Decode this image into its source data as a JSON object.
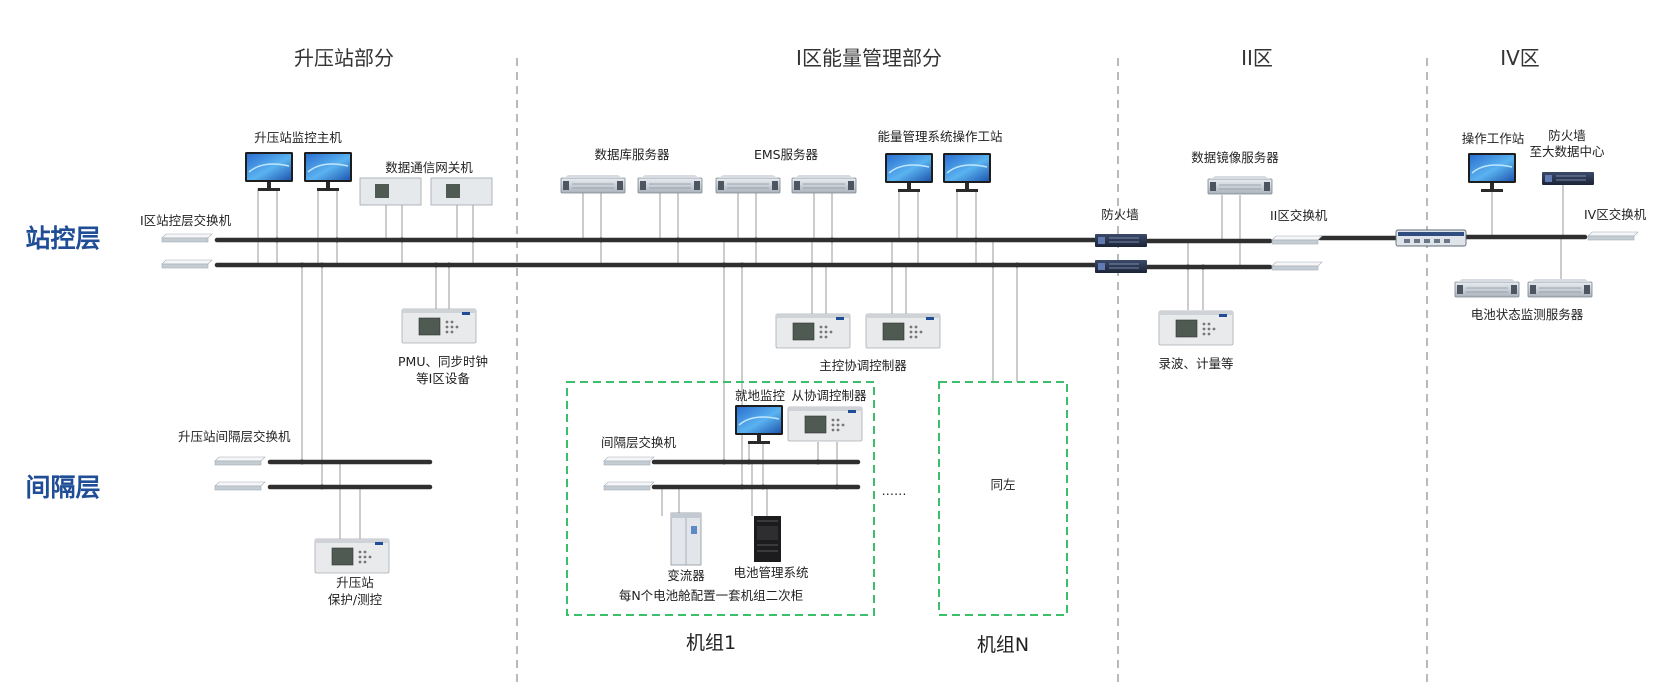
{
  "zones": {
    "boost": "升压站部分",
    "zone1_ems": "I区能量管理部分",
    "zone2": "II区",
    "zone4": "IV区"
  },
  "layers": {
    "station": "站控层",
    "bay": "间隔层"
  },
  "labels": {
    "boost_monitor_host": "升压站监控主机",
    "zone1_station_switch": "I区站控层交换机",
    "data_comm_gateway": "数据通信网关机",
    "pmu_line1": "PMU、同步时钟",
    "pmu_line2": "等I区设备",
    "boost_bay_switch": "升压站间隔层交换机",
    "boost_protect_line1": "升压站",
    "boost_protect_line2": "保护/测控",
    "db_server": "数据库服务器",
    "ems_server": "EMS服务器",
    "ems_workstation": "能量管理系统操作工站",
    "master_controller": "主控协调控制器",
    "local_monitor": "就地监控",
    "slave_controller": "从协调控制器",
    "bay_switch": "间隔层交换机",
    "pcs": "变流器",
    "bms": "电池管理系统",
    "unit_note": "每N个电池舱配置一套机组二次柜",
    "ellipsis": "……",
    "same_as_left": "同左",
    "unit1": "机组1",
    "unitN": "机组N",
    "firewall": "防火墙",
    "mirror_server": "数据镜像服务器",
    "zone2_switch": "II区交换机",
    "recorder": "录波、计量等",
    "op_workstation": "操作工作站",
    "firewall_bigdata_line1": "防火墙",
    "firewall_bigdata_line2": "至大数据中心",
    "zone4_switch": "IV区交换机",
    "battery_monitor_server": "电池状态监测服务器"
  },
  "colors": {
    "layer_text": "#1f4e96",
    "group_border": "#3bbf6b",
    "bus": "#2f2f2f"
  }
}
